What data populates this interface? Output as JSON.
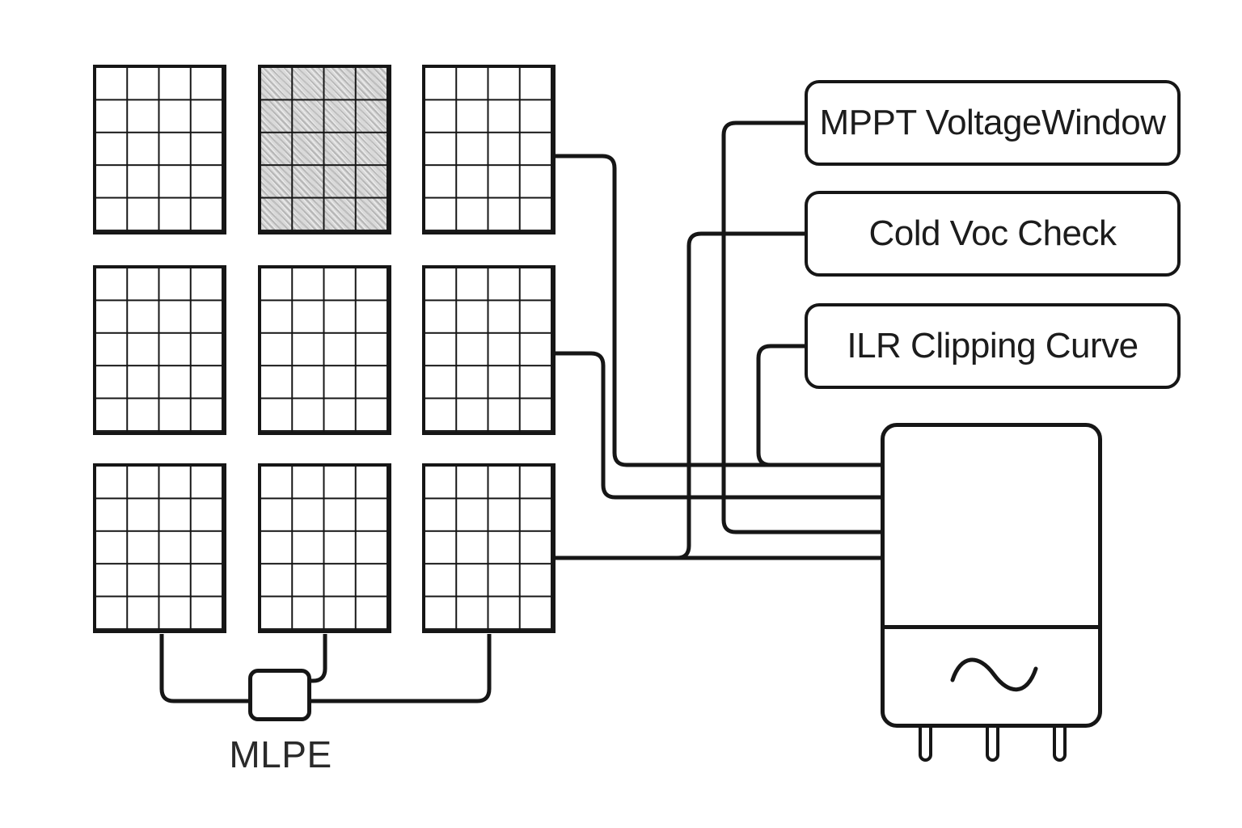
{
  "diagram": {
    "labels": {
      "mppt": "MPPT VoltageWindow",
      "cold_voc": "Cold Voc Check",
      "ilr": "ILR Clipping Curve",
      "mlpe": "MLPE"
    },
    "colors": {
      "line": "#161616",
      "background": "#ffffff",
      "shaded_panel_fill": "#d9d9d9"
    },
    "array": {
      "panel_rows": 3,
      "panel_columns": 3,
      "cells_per_panel_columns": 4,
      "cells_per_panel_rows": 5,
      "shaded_panel_position": "row 1, column 2"
    },
    "inverter": {
      "sections": 2,
      "ac_symbol": "sine-wave",
      "prong_count": 3
    },
    "connections": [
      "top string panel right edge to inverter input 1",
      "middle string panel right edge to inverter input 2",
      "bottom string panel right edge to inverter input 4",
      "MPPT VoltageWindow box to inverter input 3",
      "Cold Voc Check box tees into bottom string wire",
      "ILR Clipping Curve box tees into top string wire",
      "bottom row panels 1-3 to MLPE box"
    ]
  }
}
